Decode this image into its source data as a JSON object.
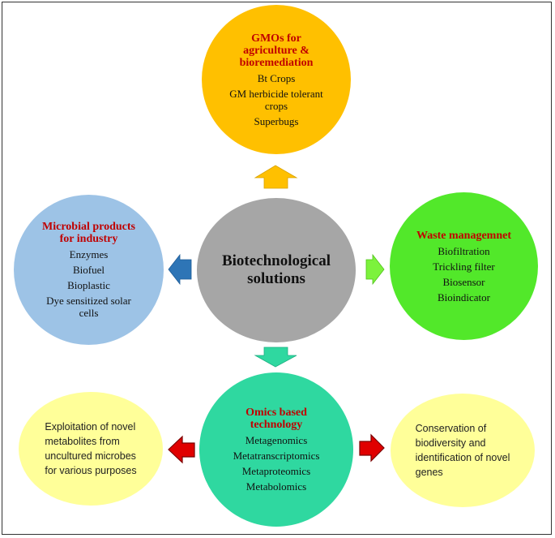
{
  "center": {
    "title_line1": "Biotechnological",
    "title_line2": "solutions",
    "color": "#a6a6a6"
  },
  "top": {
    "color": "#ffc000",
    "heading": [
      "GMOs for",
      "agriculture &",
      "bioremediation"
    ],
    "items": [
      "Bt Crops",
      "GM herbicide tolerant crops",
      "Superbugs"
    ]
  },
  "left": {
    "color": "#9dc3e6",
    "heading": [
      "Microbial products",
      "for industry"
    ],
    "items": [
      "Enzymes",
      "Biofuel",
      "Bioplastic",
      "Dye sensitized solar cells"
    ]
  },
  "right": {
    "color": "#52e82a",
    "heading": [
      "Waste managemnet"
    ],
    "items": [
      "Biofiltration",
      "Trickling filter",
      "Biosensor",
      "Bioindicator"
    ]
  },
  "bottom": {
    "color": "#2fd8a0",
    "heading": [
      "Omics based",
      "technology"
    ],
    "items": [
      "Metagenomics",
      "Metatranscriptomics",
      "Metaproteomics",
      "Metabolomics"
    ]
  },
  "bottom_left_note": {
    "color": "#ffff99",
    "lines": [
      "Exploitation of novel",
      "metabolites from",
      "uncultured microbes",
      "for various purposes"
    ]
  },
  "bottom_right_note": {
    "color": "#ffff99",
    "lines": [
      "Conservation of",
      "biodiversity and",
      "identification of novel",
      "genes"
    ]
  },
  "arrows": {
    "up": "#ffc000",
    "left": "#2e75b6",
    "right": "#7cf23c",
    "down": "#2fd8a0",
    "red": "#e00000"
  }
}
